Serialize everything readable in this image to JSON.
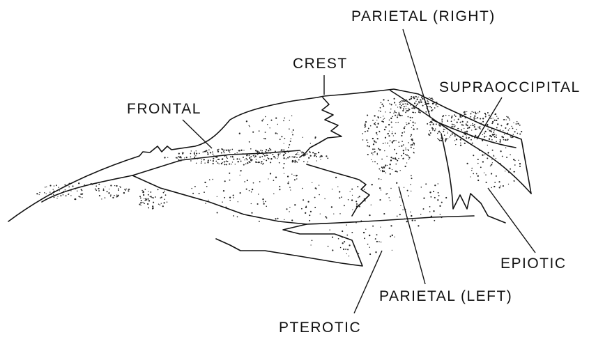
{
  "labels": {
    "parietal_right": "PARIETAL (RIGHT)",
    "crest": "CREST",
    "supraoccipital": "SUPRAOCCIPITAL",
    "frontal": "FRONTAL",
    "epiotic": "EPIOTIC",
    "parietal_left": "PARIETAL (LEFT)",
    "pterotic": "PTEROTIC"
  },
  "colors": {
    "ink": "#111111",
    "background": "#ffffff"
  }
}
